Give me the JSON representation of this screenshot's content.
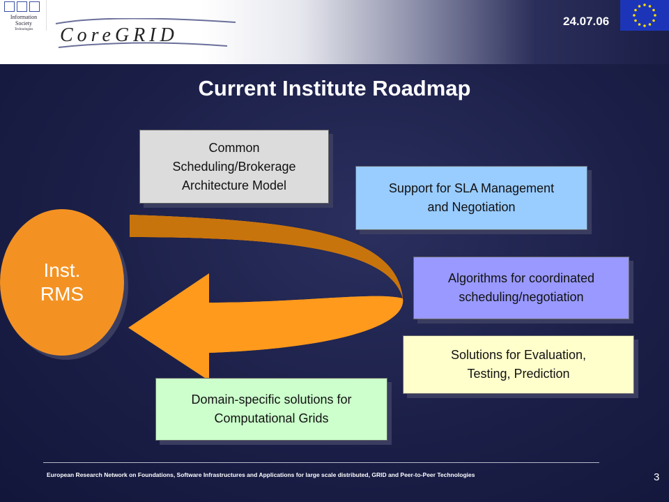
{
  "header": {
    "logo_text": "Information Society",
    "logo_subtext": "Technologies",
    "coregrid_logo_text": "CoreGRID",
    "date": "24.07.06"
  },
  "slide": {
    "title": "Current Institute Roadmap",
    "center_label": "Inst.\nRMS",
    "boxes": [
      {
        "text": "Common\nScheduling/Brokerage\nArchitecture Model",
        "color": "#dcdcdc"
      },
      {
        "text": "Support for SLA Management\nand Negotiation",
        "color": "#99ccff"
      },
      {
        "text": "Algorithms for coordinated\nscheduling/negotiation",
        "color": "#9999ff"
      },
      {
        "text": "Solutions for Evaluation,\nTesting, Prediction",
        "color": "#ffffcc"
      },
      {
        "text": "Domain-specific solutions for\nComputational Grids",
        "color": "#ccffcc"
      }
    ]
  },
  "footer": {
    "text": "European Research Network on Foundations, Software Infrastructures and Applications for large scale distributed, GRID and Peer-to-Peer Technologies",
    "page_number": "3"
  },
  "colors": {
    "background": "#1b1f47",
    "arrow_orange": "#ff9a1c",
    "arrow_dark": "#c8740c",
    "ellipse": "#f39223",
    "eu_blue": "#1c35b8",
    "eu_star": "#ffde00"
  },
  "icons": [
    "information-society-logo",
    "coregrid-logo",
    "eu-flag-icon",
    "curved-arrow-icon"
  ]
}
